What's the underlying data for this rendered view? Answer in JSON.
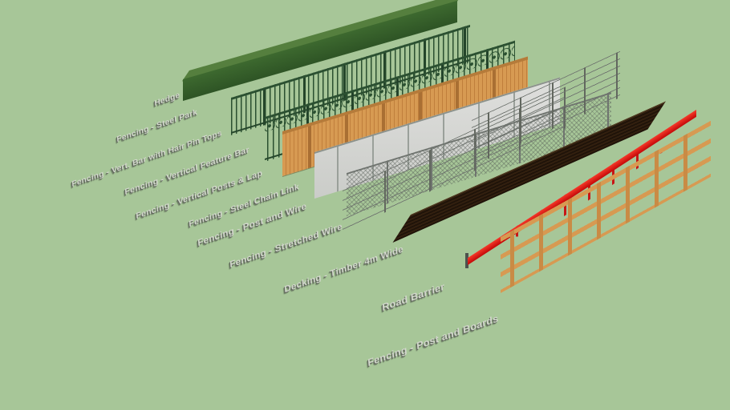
{
  "scene": {
    "background_color": "#a7c698",
    "label_text_color": "#d3d8cd",
    "labels": [
      {
        "text": "Hedge"
      },
      {
        "text": "Fencing - Steel Park"
      },
      {
        "text": "Fencing - Vert. Bar with Hair Pin Tops"
      },
      {
        "text": "Fencing - Vertical Feature Bar"
      },
      {
        "text": "Fencing - Vertical Posts & Lap"
      },
      {
        "text": "Fencing - Steel Chain Link"
      },
      {
        "text": "Fencing - Post and Wire"
      },
      {
        "text": "Fencing - Stretched Wire"
      },
      {
        "text": "Decking - Timber 4m Wide"
      },
      {
        "text": "Road Barrier"
      },
      {
        "text": "Fencing - Post and Boards"
      }
    ],
    "objects": [
      {
        "name": "hedge",
        "color": "#3d692f"
      },
      {
        "name": "vertical-bar-railing",
        "color": "#2b5031"
      },
      {
        "name": "feature-bar-railing",
        "color": "#2b5031"
      },
      {
        "name": "vertical-board-lap-fence",
        "color": "#d79a52"
      },
      {
        "name": "concrete-panel-fence",
        "color": "#d8d8d6"
      },
      {
        "name": "chain-link-fence",
        "color": "#6f746f"
      },
      {
        "name": "post-and-wire-fence",
        "color": "#6f746f"
      },
      {
        "name": "stretched-wire-fence",
        "color": "#6f746f"
      },
      {
        "name": "timber-decking",
        "color": "#2a1a0c"
      },
      {
        "name": "road-barrier",
        "color": "#d81010"
      },
      {
        "name": "post-and-boards-fence",
        "color": "#d79a52"
      }
    ]
  }
}
